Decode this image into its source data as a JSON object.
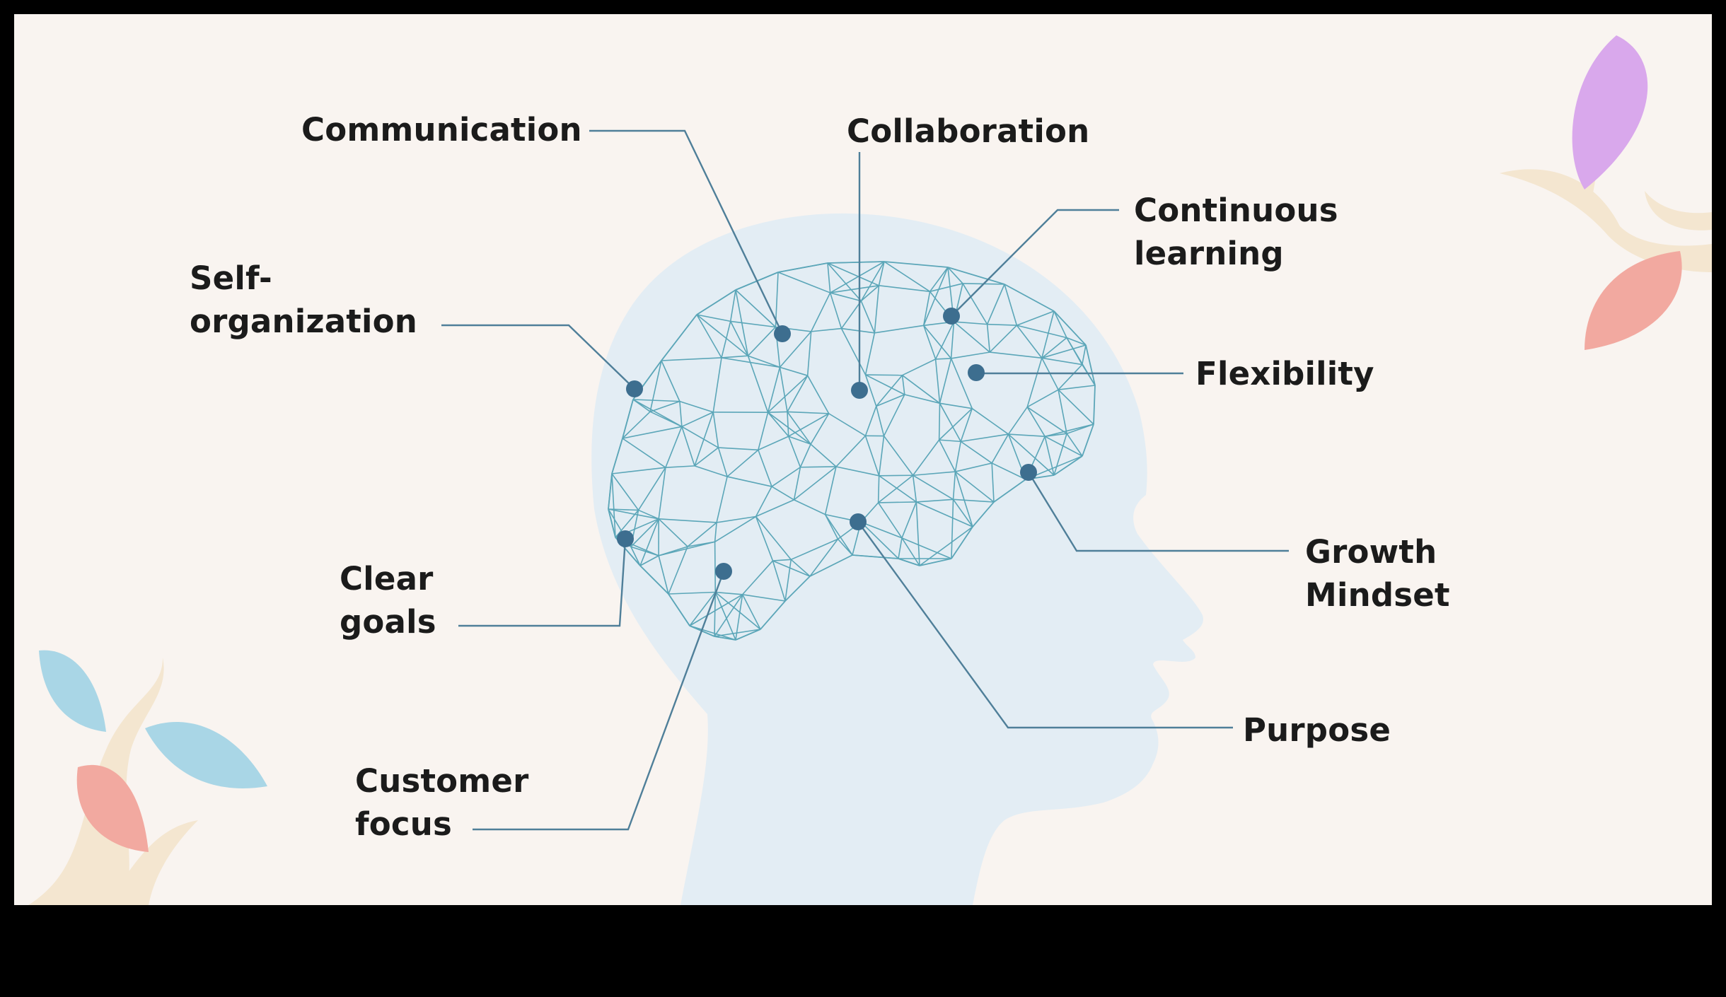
{
  "colors": {
    "frame": "#000000",
    "background": "#f9f4f0",
    "head": "#e3edf4",
    "mesh": "#5ba6b8",
    "node": "#3d6e8f",
    "leader": "#4f7f99",
    "text": "#1b1b1b",
    "leaf_blue": "#a9d6e6",
    "leaf_pink": "#f2a9a0",
    "leaf_purple": "#d9a8ec",
    "stem": "#f4e6d0"
  },
  "icons": [
    "plant-sprig-icon",
    "plant-sprig-icon"
  ],
  "labels": {
    "communication": "Communication",
    "collaboration": "Collaboration",
    "continuous_learning": [
      "Continuous",
      "learning"
    ],
    "self_organization": [
      "Self-",
      "organization"
    ],
    "flexibility": "Flexibility",
    "growth_mindset": [
      "Growth",
      "Mindset"
    ],
    "clear_goals": [
      "Clear",
      "goals"
    ],
    "purpose": "Purpose",
    "customer_focus": [
      "Customer",
      "focus"
    ]
  }
}
